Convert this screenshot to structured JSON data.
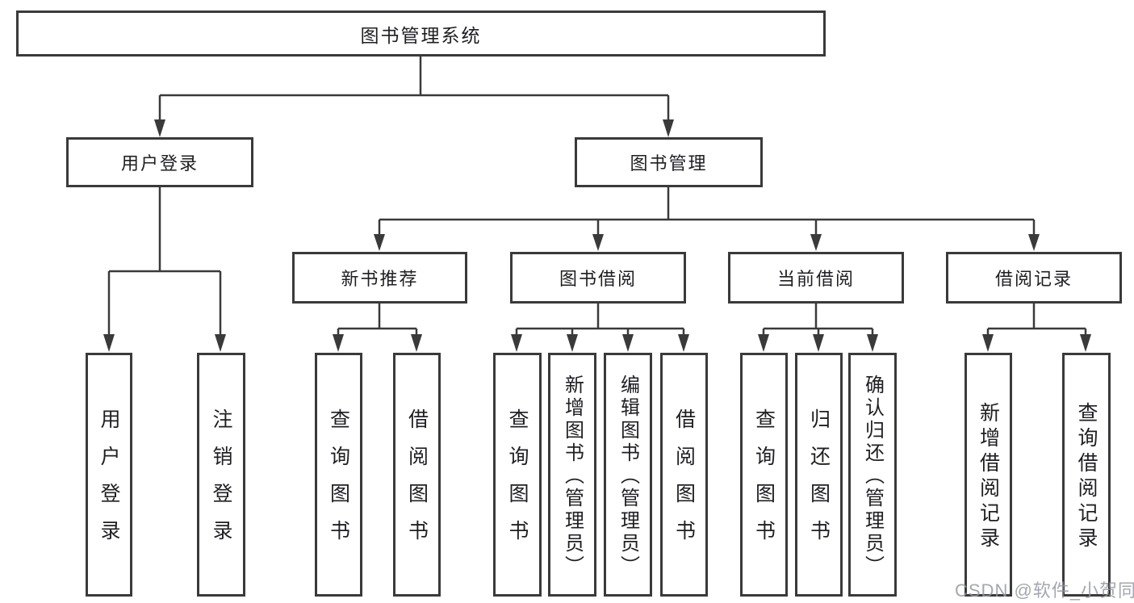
{
  "diagram": {
    "root": {
      "label": "图书管理系统"
    },
    "branches": [
      {
        "label": "用户登录",
        "children": [
          {
            "label": "用户登录"
          },
          {
            "label": "注销登录"
          }
        ]
      },
      {
        "label": "图书管理",
        "children": [
          {
            "label": "新书推荐",
            "children": [
              {
                "label": "查询图书"
              },
              {
                "label": "借阅图书"
              }
            ]
          },
          {
            "label": "图书借阅",
            "children": [
              {
                "label": "查询图书"
              },
              {
                "label": "新增图书（管理员）"
              },
              {
                "label": "编辑图书（管理员）"
              },
              {
                "label": "借阅图书"
              }
            ]
          },
          {
            "label": "当前借阅",
            "children": [
              {
                "label": "查询图书"
              },
              {
                "label": "归还图书"
              },
              {
                "label": "确认归还（管理员）"
              }
            ]
          },
          {
            "label": "借阅记录",
            "children": [
              {
                "label": "新增借阅记录"
              },
              {
                "label": "查询借阅记录"
              }
            ]
          }
        ]
      }
    ]
  },
  "watermark": {
    "text": "CSDN @软件_小贺同学"
  },
  "colors": {
    "line": "#3a3a3a",
    "text": "#1f1f23",
    "watermark": "#9498a1"
  }
}
